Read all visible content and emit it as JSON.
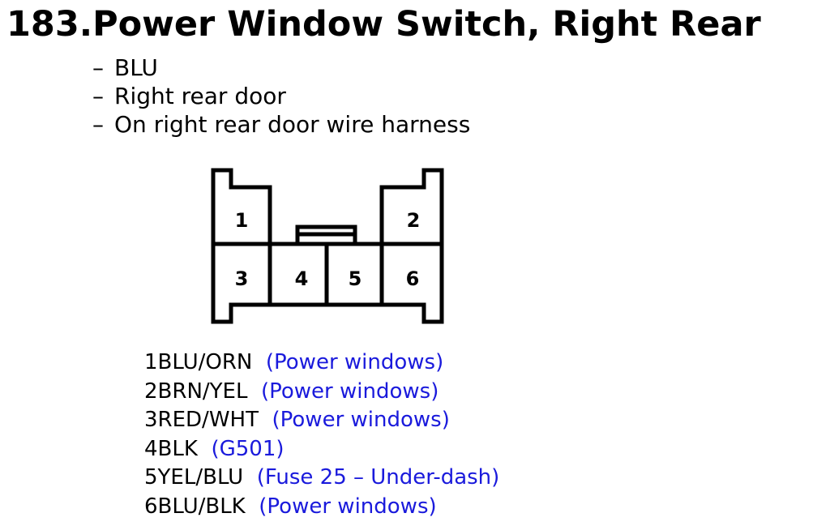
{
  "title": "183.Power Window Switch, Right Rear",
  "info": [
    "BLU",
    "Right rear door",
    "On right rear door wire harness"
  ],
  "info_dash": "–",
  "connector": {
    "cavities": [
      "1",
      "2",
      "3",
      "4",
      "5",
      "6"
    ]
  },
  "pins": [
    {
      "number": "1",
      "wire": "BLU/ORN",
      "note": "(Power windows)"
    },
    {
      "number": "2",
      "wire": "BRN/YEL",
      "note": "(Power windows)"
    },
    {
      "number": "3",
      "wire": "RED/WHT",
      "note": "(Power windows)"
    },
    {
      "number": "4",
      "wire": "BLK",
      "note": "(G501)"
    },
    {
      "number": "5",
      "wire": "YEL/BLU",
      "note": "(Fuse 25 – Under-dash)"
    },
    {
      "number": "6",
      "wire": "BLU/BLK",
      "note": "(Power windows)"
    }
  ],
  "colors": {
    "note_text": "#1a1adc",
    "text": "#000000",
    "outline": "#000000"
  }
}
